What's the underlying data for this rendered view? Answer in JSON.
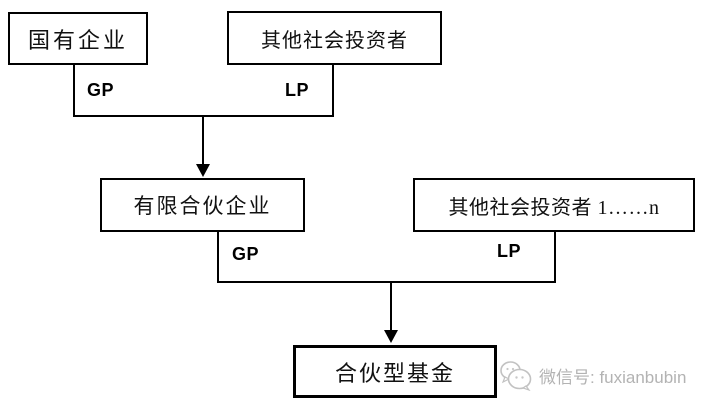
{
  "nodes": {
    "soe": {
      "label": "国有企业"
    },
    "other_investors_top": {
      "label": "其他社会投资者"
    },
    "limited_partnership": {
      "label": "有限合伙企业"
    },
    "other_investors_numbered": {
      "label": "其他社会投资者 1……n"
    },
    "partnership_fund": {
      "label": "合伙型基金"
    }
  },
  "edge_labels": {
    "gp_top": "GP",
    "lp_top": "LP",
    "gp_mid": "GP",
    "lp_mid": "LP"
  },
  "watermark": {
    "icon": "wechat-icon",
    "text": "微信号: fuxianbubin"
  },
  "colors": {
    "line": "#000000",
    "text": "#000000",
    "watermark": "#b3b3b3",
    "background": "#ffffff"
  }
}
